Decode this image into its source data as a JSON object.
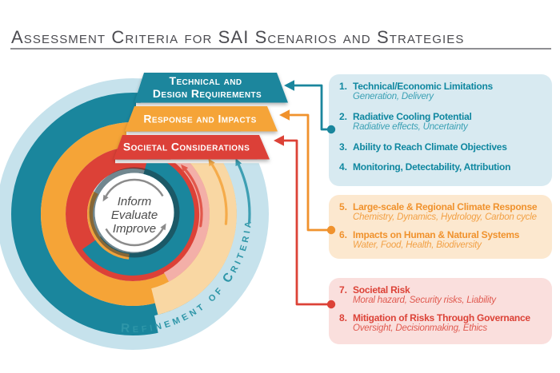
{
  "title": "Assessment Criteria for SAI Scenarios and Strategies",
  "diagram": {
    "banners": [
      {
        "line1": "Technical and",
        "line2": "Design Requirements",
        "color": "#1a869d"
      },
      {
        "label": "Response and Impacts",
        "color": "#f5a437"
      },
      {
        "label": "Societal Considerations",
        "color": "#dc4137"
      }
    ],
    "center_lines": [
      "Inform",
      "Evaluate",
      "Improve"
    ],
    "outer_label": "Refinement of Criteria",
    "band_colors": {
      "teal": "#1a869d",
      "orange": "#f5a437",
      "red": "#dc4137",
      "light_blue": "#c6e2ec",
      "tan": "#f9d7a3",
      "pink": "#f3afa8"
    }
  },
  "panels": [
    {
      "accent": "#0f87a0",
      "bg": "#d8eaf1",
      "items": [
        {
          "num": "1.",
          "title": "Technical/Economic Limitations",
          "subtitle": "Generation, Delivery"
        },
        {
          "num": "2.",
          "title": "Radiative Cooling Potential",
          "subtitle": "Radiative effects, Uncertainty"
        },
        {
          "num": "3.",
          "title": "Ability to Reach Climate Objectives"
        },
        {
          "num": "4.",
          "title": "Monitoring, Detectability, Attribution"
        }
      ]
    },
    {
      "accent": "#f0922d",
      "bg": "#fce8cf",
      "items": [
        {
          "num": "5.",
          "title": "Large-scale & Regional Climate Response",
          "subtitle": "Chemistry, Dynamics, Hydrology, Carbon cycle"
        },
        {
          "num": "6.",
          "title": "Impacts on Human & Natural Systems",
          "subtitle": "Water, Food, Health, Biodiversity"
        }
      ]
    },
    {
      "accent": "#dc4237",
      "bg": "#fadfdd",
      "items": [
        {
          "num": "7.",
          "title": "Societal Risk",
          "subtitle": "Moral hazard, Security risks, Liability"
        },
        {
          "num": "8.",
          "title": "Mitigation of Risks Through Governance",
          "subtitle": "Oversight, Decisionmaking, Ethics"
        }
      ]
    }
  ]
}
